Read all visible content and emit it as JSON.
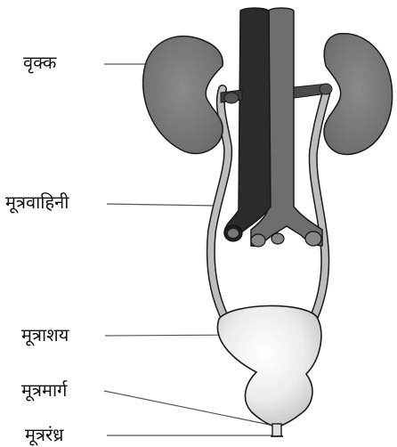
{
  "labels": {
    "kidney": "वृक्क",
    "ureter": "मूत्रवाहिनी",
    "bladder": "मूत्राशय",
    "urethra": "मूत्रमार्ग",
    "urethral_opening": "मूत्ररंध्र"
  },
  "colors": {
    "kidney_fill": "#7f7f7f",
    "vena_cava": "#2b2b2b",
    "aorta": "#6e6e6e",
    "ureter_fill": "#bdbdbd",
    "bladder_fill": "#e9e9e9",
    "outline": "#1a1a1a",
    "leader_line": "#555555"
  }
}
